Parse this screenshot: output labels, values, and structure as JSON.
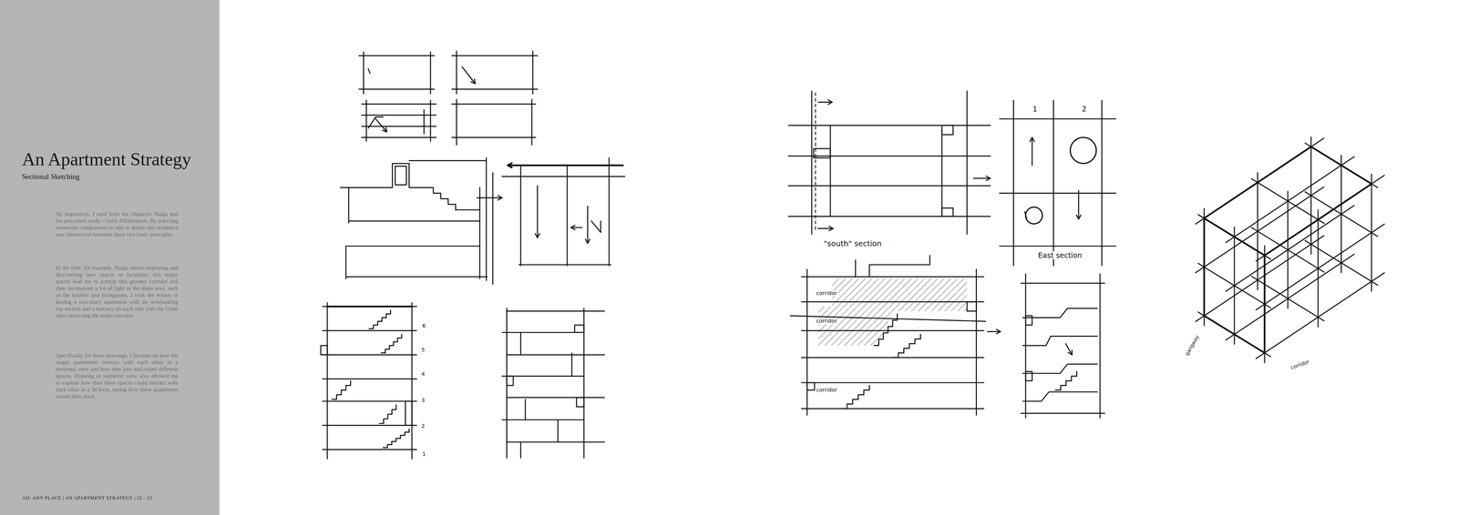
{
  "diagram": {
    "title": "An Apartment Strategy",
    "labels": [
      "Sectional Sketching",
      "As inspiration, I used both the character Nadja and the precedent study - Unité d'Habitation. By selecting numerous components to add or delete, my residence was interwoven between these two basic principles.",
      "In the film, for example, Nadja adores exploring and discovering new spaces or locations; this major notion lead me to portray this gloomy corridor and then incorporate a lot of light in the main area, such as the kitchen and livingroom. I took the notion of having a two-story apartment with an overlooking top section and a balcony on each side with the Unité after extracting the main concepts.",
      "Specifically for these drawings, I focused on how the single apartments interact with each other in a sectional view and how they join and create different spaces. Drawing in isometric view also allowed me to explore how then these spaces could interact with each other in a 3d form, seeing how these apartments would then stack.",
      "AD: ANY PLACE | AN APARTMENT STRATEGY | 22 - 23",
      "6",
      "5",
      "4",
      "3",
      "2",
      "1",
      "\"south\" section",
      "1",
      "2",
      "East section",
      "corridor",
      "corridor",
      "corridor",
      "gangway",
      "corridor"
    ]
  }
}
